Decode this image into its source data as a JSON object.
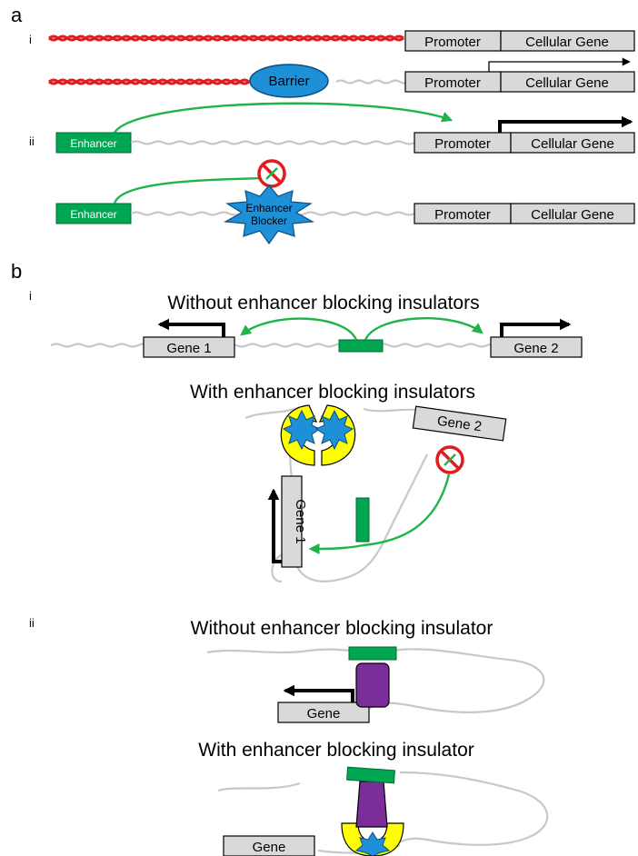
{
  "panel_a": {
    "label": "a",
    "sub_i": "i",
    "sub_ii": "ii",
    "promoter": "Promoter",
    "cellular_gene": "Cellular Gene",
    "barrier": "Barrier",
    "enhancer": "Enhancer",
    "enhancer_blocker_line1": "Enhancer",
    "enhancer_blocker_line2": "Blocker"
  },
  "panel_b": {
    "label": "b",
    "sub_i": "i",
    "sub_ii": "ii",
    "heading_without_plural": "Without enhancer blocking insulators",
    "heading_with_plural": "With enhancer blocking insulators",
    "heading_without_single": "Without enhancer blocking insulator",
    "heading_with_single": "With enhancer blocking insulator",
    "gene1": "Gene 1",
    "gene2": "Gene 2",
    "gene": "Gene"
  },
  "colors": {
    "chromatin_red": "#e11c1c",
    "enhancer_green": "#00a651",
    "barrier_blue": "#1e90d8",
    "insulator_yellow": "#ffff00",
    "cohesin_purple": "#7b2d9a",
    "gene_box_gray": "#d9d9d9"
  },
  "icons": [
    "no-sign-icon",
    "star-burst-icon",
    "arrow-icon"
  ]
}
